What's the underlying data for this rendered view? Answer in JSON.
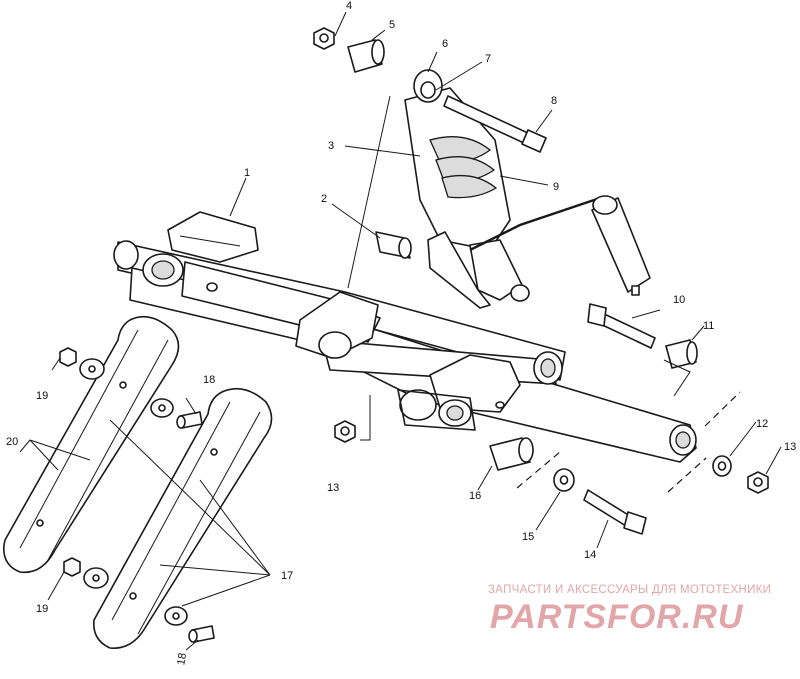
{
  "diagram": {
    "callouts": {
      "n1": "1",
      "n2": "2",
      "n3": "3",
      "n4": "4",
      "n5": "5",
      "n6": "6",
      "n7": "7",
      "n8": "8",
      "n9": "9",
      "n10": "10",
      "n11": "11",
      "n12": "12",
      "n13a": "13",
      "n13b": "13",
      "n14": "14",
      "n15": "15",
      "n16": "16",
      "n17": "17",
      "n18a": "18",
      "n18b": "18",
      "n19a": "19",
      "n19b": "19",
      "n20": "20"
    }
  },
  "watermark": {
    "caption": "ЗАПЧАСТИ И АКСЕССУАРЫ ДЛЯ МОТОТЕХНИКИ",
    "logo_text": "PARTSFOR.RU",
    "color": "#e3a6a8"
  }
}
